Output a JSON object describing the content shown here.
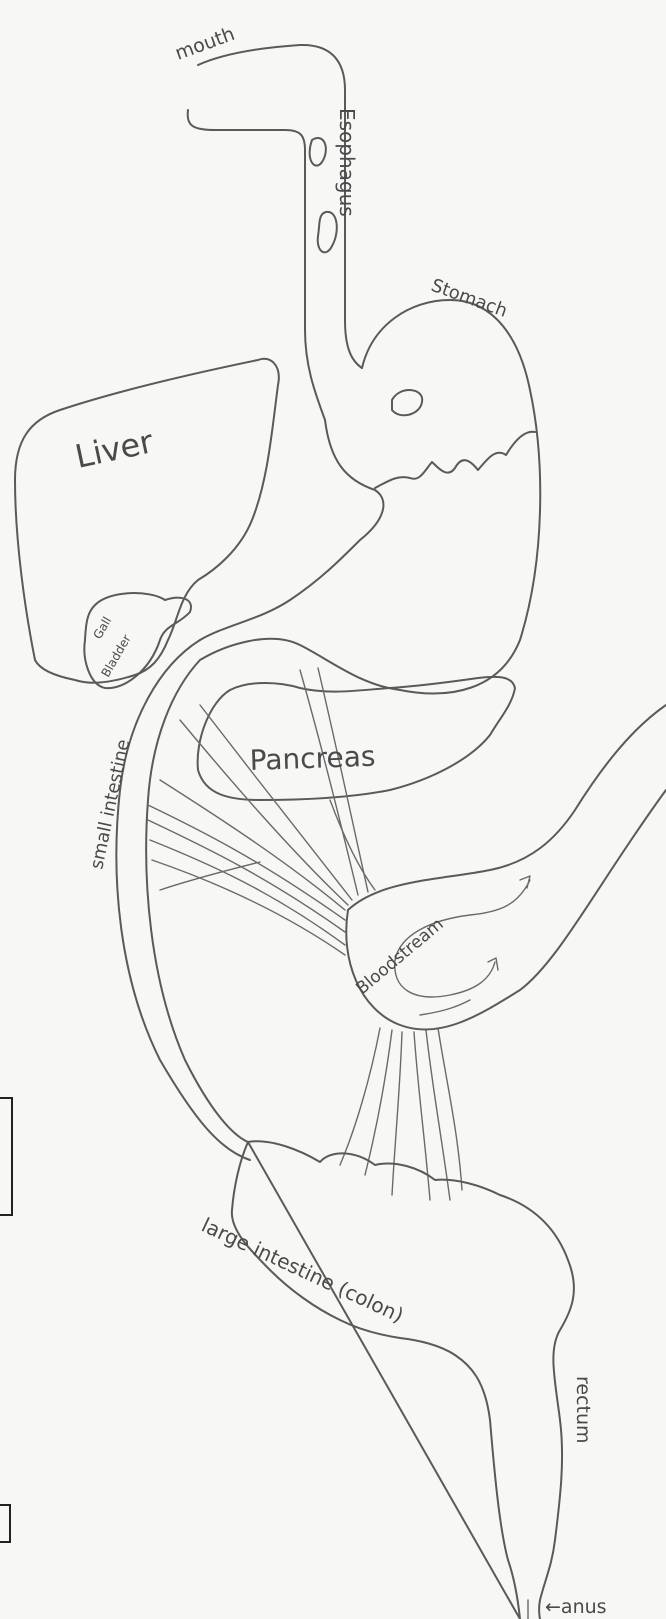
{
  "labels": {
    "mouth": "mouth",
    "esophagus": "Esophagus",
    "stomach": "Stomach",
    "liver": "Liver",
    "gall_bladder_line1": "Gall",
    "gall_bladder_line2": "Bladder",
    "small_intestine": "small intestine",
    "pancreas": "Pancreas",
    "bloodstream": "Bloodstream",
    "large_intestine": "large intestine (colon)",
    "rectum": "rectum",
    "anus": "←anus"
  }
}
